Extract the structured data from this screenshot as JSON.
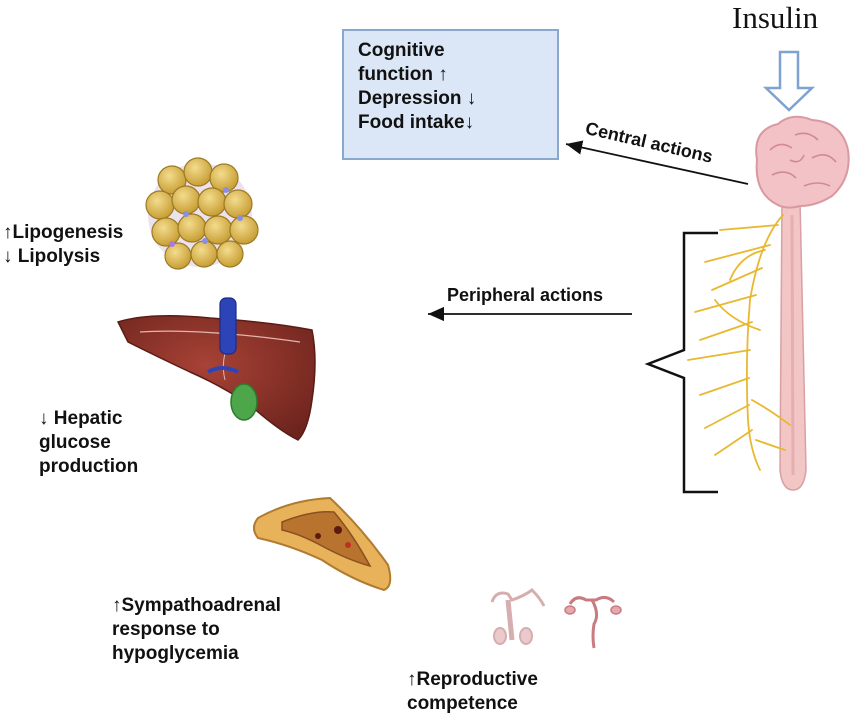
{
  "title": "Insulin",
  "central": {
    "label": "Central actions",
    "effects": [
      "Cognitive",
      "function ↑",
      "Depression ↓",
      "Food intake↓"
    ]
  },
  "peripheral": {
    "label": "Peripheral actions"
  },
  "adipose": {
    "lines": [
      "↑Lipogenesis",
      "↓ Lipolysis"
    ]
  },
  "liver": {
    "lines": [
      "↓ Hepatic",
      "glucose",
      "production"
    ]
  },
  "adrenal": {
    "lines": [
      "↑Sympathoadrenal",
      "response to",
      "hypoglycemia"
    ]
  },
  "reproductive": {
    "lines": [
      "↑Reproductive",
      "competence"
    ]
  },
  "colors": {
    "box_fill": "#dbe7f7",
    "box_border": "#8aa8cc",
    "brain": "#f3c2c6",
    "nerves": "#e8b830",
    "liver": "#8b3027",
    "adipocyte": "#d8b84e"
  },
  "icons": [
    "down-arrow-icon",
    "brain-icon",
    "spinal-cord-icon",
    "adipose-tissue-icon",
    "liver-icon",
    "adrenal-gland-icon",
    "male-reproductive-icon",
    "female-reproductive-icon"
  ]
}
